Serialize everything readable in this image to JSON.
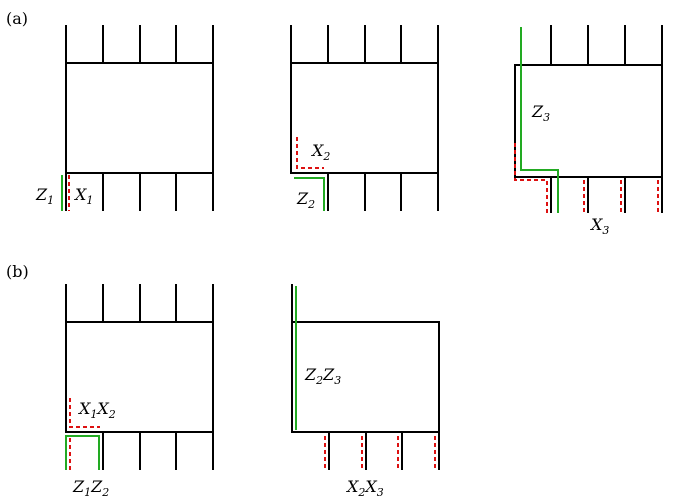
{
  "panel_a": {
    "label": "(a)"
  },
  "panel_b": {
    "label": "(b)"
  },
  "labels": {
    "Z1": {
      "base": "Z",
      "sub": "1"
    },
    "X1": {
      "base": "X",
      "sub": "1"
    },
    "X2": {
      "base": "X",
      "sub": "2"
    },
    "Z2": {
      "base": "Z",
      "sub": "2"
    },
    "Z3": {
      "base": "Z",
      "sub": "3"
    },
    "X3": {
      "base": "X",
      "sub": "3"
    },
    "X1X2": {
      "b1": "X",
      "s1": "1",
      "b2": "X",
      "s2": "2"
    },
    "Z1Z2_bottom": {
      "b1": "Z",
      "s1": "1",
      "b2": "Z",
      "s2": "2"
    },
    "Z2Z3": {
      "b1": "Z",
      "s1": "2",
      "b2": "Z",
      "s2": "3"
    },
    "X2X3": {
      "b1": "X",
      "s1": "2",
      "b2": "X",
      "s2": "3"
    }
  },
  "colors": {
    "z_string": "#22aa22",
    "x_string": "#dd1111",
    "lines": "#000000"
  }
}
